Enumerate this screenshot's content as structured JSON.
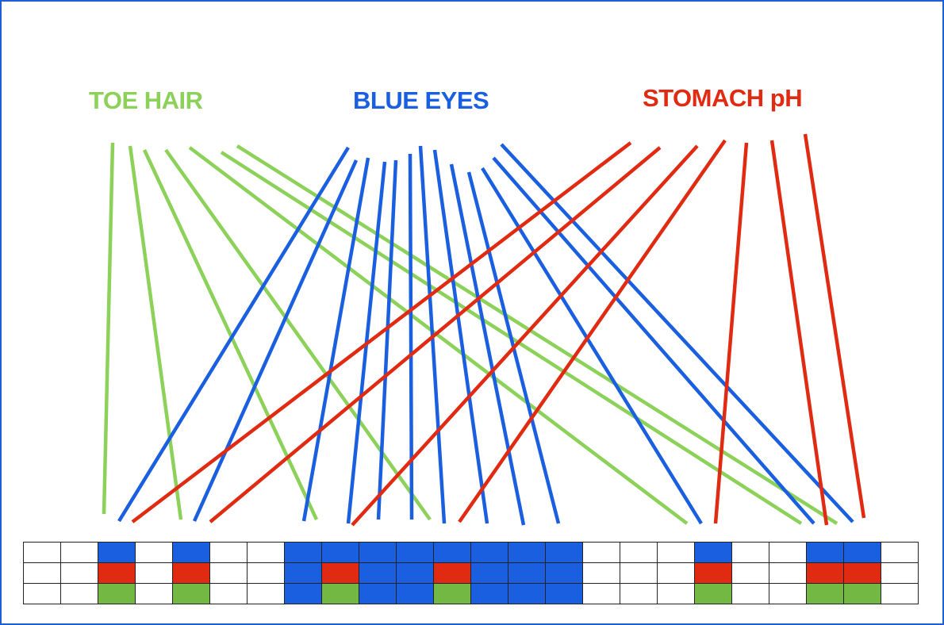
{
  "labels": {
    "toe_hair": "TOE HAIR",
    "blue_eyes": "BLUE EYES",
    "stomach_ph": "STOMACH pH"
  },
  "colors": {
    "toe_hair": "#8cd15a",
    "blue_eyes": "#1a5fe0",
    "stomach_ph": "#e02a12",
    "cell_blue": "#1a5fe0",
    "cell_red": "#e02a12",
    "cell_green": "#72b843",
    "cell_empty": "#ffffff",
    "frame": "#1f5fd6"
  },
  "grid": {
    "rows": [
      [
        "w",
        "w",
        "b",
        "w",
        "b",
        "w",
        "w",
        "b",
        "b",
        "b",
        "b",
        "b",
        "b",
        "b",
        "b",
        "w",
        "w",
        "w",
        "b",
        "w",
        "w",
        "b",
        "b",
        "w"
      ],
      [
        "w",
        "w",
        "r",
        "w",
        "r",
        "w",
        "w",
        "b",
        "r",
        "b",
        "b",
        "r",
        "b",
        "b",
        "b",
        "w",
        "w",
        "w",
        "r",
        "w",
        "w",
        "r",
        "r",
        "w"
      ],
      [
        "w",
        "w",
        "g",
        "w",
        "g",
        "w",
        "w",
        "b",
        "g",
        "b",
        "b",
        "g",
        "b",
        "b",
        "b",
        "w",
        "w",
        "w",
        "g",
        "w",
        "w",
        "g",
        "g",
        "w"
      ]
    ]
  }
}
